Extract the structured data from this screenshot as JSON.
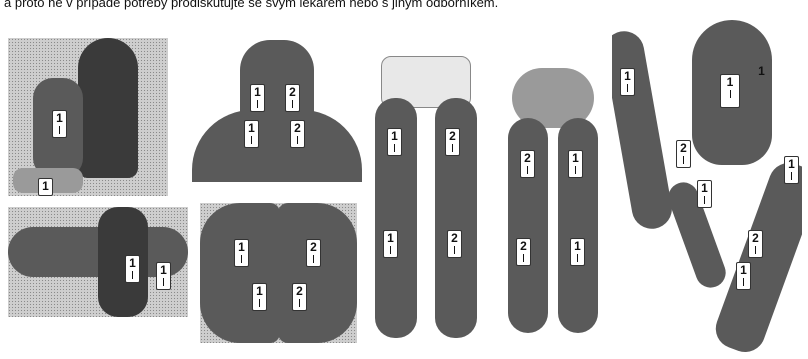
{
  "header": {
    "text": "a proto ne v případě potřeby prodiskutujte se svým lékařem nebo s jiným odborníkem."
  },
  "pads": {
    "p1": "1",
    "p2": "1",
    "p3": "1",
    "p4": "1",
    "p5": "1",
    "p6": "2",
    "p7": "1",
    "p8": "2",
    "p9": "1",
    "p10": "2",
    "p11": "1",
    "p12": "2",
    "p13": "1",
    "p14": "2",
    "p15": "1",
    "p16": "2",
    "p17": "2",
    "p18": "1",
    "p19": "2",
    "p20": "1",
    "p21": "1",
    "p22": "2",
    "p23": "1",
    "p24": "1",
    "p25": "1",
    "p26": "1",
    "p27": "2",
    "p28": "1"
  },
  "colors": {
    "figure": "#5a5a5a",
    "background": "#d8d8d8",
    "pad": "#ffffff"
  }
}
